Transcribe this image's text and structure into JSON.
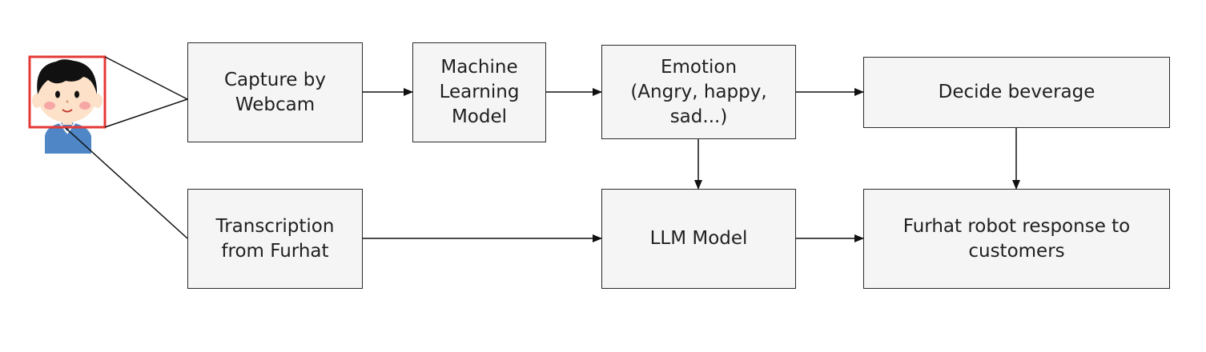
{
  "nodes": {
    "capture": {
      "label": "Capture by\nWebcam"
    },
    "ml_model": {
      "label": "Machine\nLearning\nModel"
    },
    "emotion": {
      "label": "Emotion\n(Angry, happy,\nsad...)"
    },
    "decide": {
      "label": "Decide beverage"
    },
    "transcription": {
      "label": "Transcription\nfrom Furhat"
    },
    "llm": {
      "label": "LLM Model"
    },
    "furhat": {
      "label": "Furhat robot response to\ncustomers"
    }
  },
  "edges": [
    {
      "from": "Capture by Webcam",
      "to": "Machine Learning Model"
    },
    {
      "from": "Machine Learning Model",
      "to": "Emotion"
    },
    {
      "from": "Emotion",
      "to": "Decide beverage"
    },
    {
      "from": "Emotion",
      "to": "LLM Model"
    },
    {
      "from": "Decide beverage",
      "to": "Furhat robot response to customers"
    },
    {
      "from": "Transcription from Furhat",
      "to": "LLM Model"
    },
    {
      "from": "LLM Model",
      "to": "Furhat robot response to customers"
    }
  ],
  "colors": {
    "node_fill": "#f5f5f5",
    "node_border": "#2a2a2a",
    "face_highlight": "#e53935",
    "hair": "#111111",
    "skin": "#fde1c8",
    "cheek": "#f7a6a6",
    "shirt": "#4f86c6"
  },
  "icons": {
    "person": "person-face-icon"
  }
}
